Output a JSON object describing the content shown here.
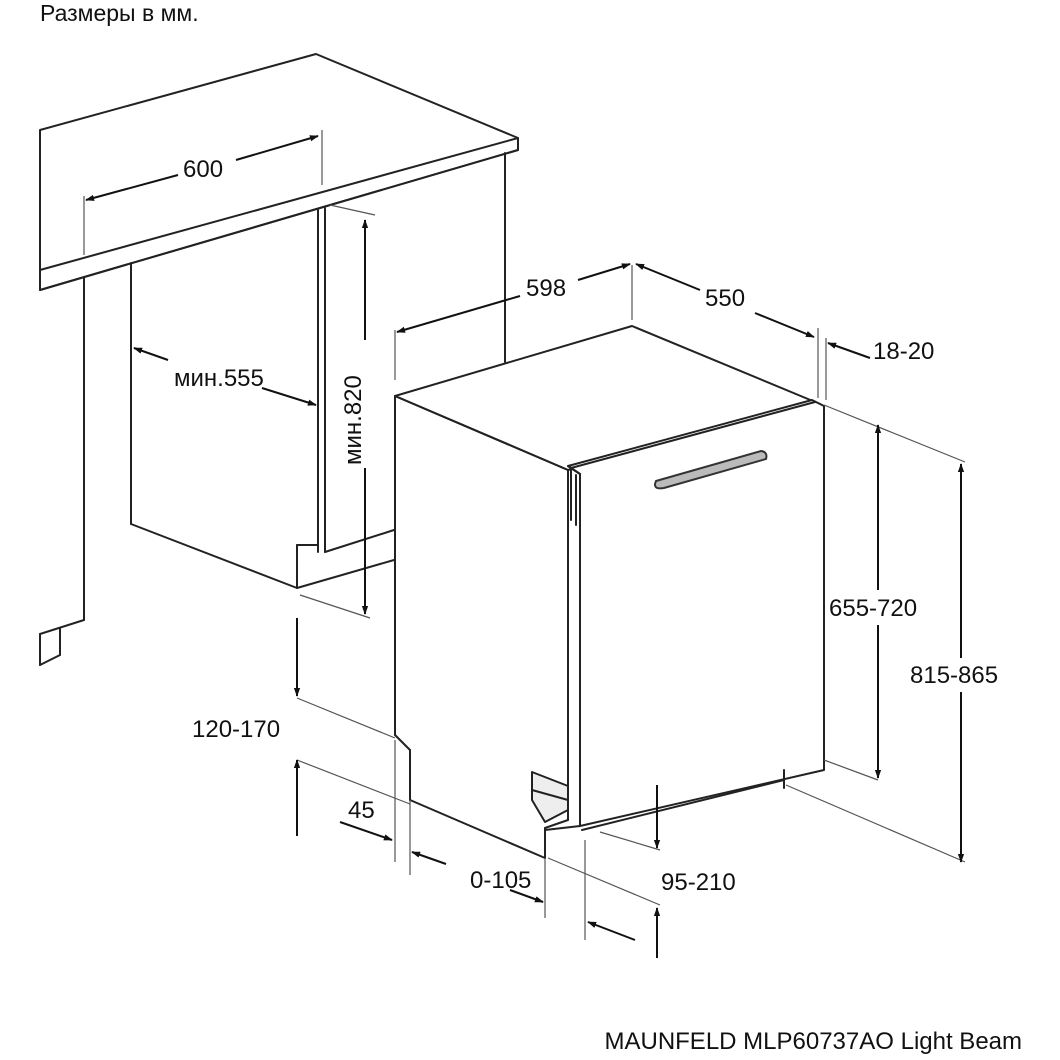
{
  "header": {
    "title": "Размеры в мм."
  },
  "footer": {
    "caption": "MAUNFELD MLP60737AO Light Beam"
  },
  "dimensions": {
    "niche_width": "600",
    "niche_depth": "мин.555",
    "niche_height": "мин.820",
    "unit_width": "598",
    "unit_depth": "550",
    "door_thickness": "18-20",
    "door_height": "655-720",
    "total_height": "815-865",
    "plinth_height": "120-170",
    "plinth_depth": "45",
    "plinth_offset": "0-105",
    "foot_range": "95-210"
  }
}
